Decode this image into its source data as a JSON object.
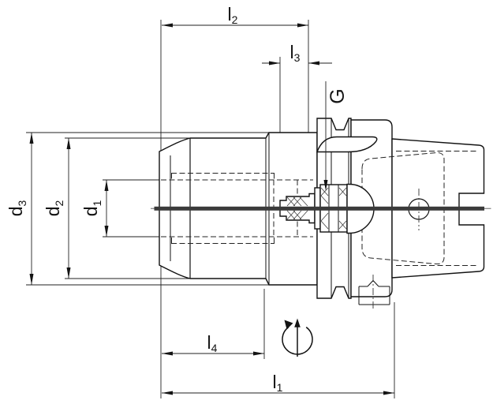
{
  "drawing": {
    "background": "#ffffff",
    "line_color": "#141414",
    "labels": {
      "l1": {
        "base": "l",
        "sub": "1"
      },
      "l2": {
        "base": "l",
        "sub": "2"
      },
      "l3": {
        "base": "l",
        "sub": "3"
      },
      "l4": {
        "base": "l",
        "sub": "4"
      },
      "d1": {
        "base": "d",
        "sub": "1"
      },
      "d2": {
        "base": "d",
        "sub": "2"
      },
      "d3": {
        "base": "d",
        "sub": "3"
      },
      "g_thread": {
        "base": "G",
        "sub": ""
      }
    }
  }
}
